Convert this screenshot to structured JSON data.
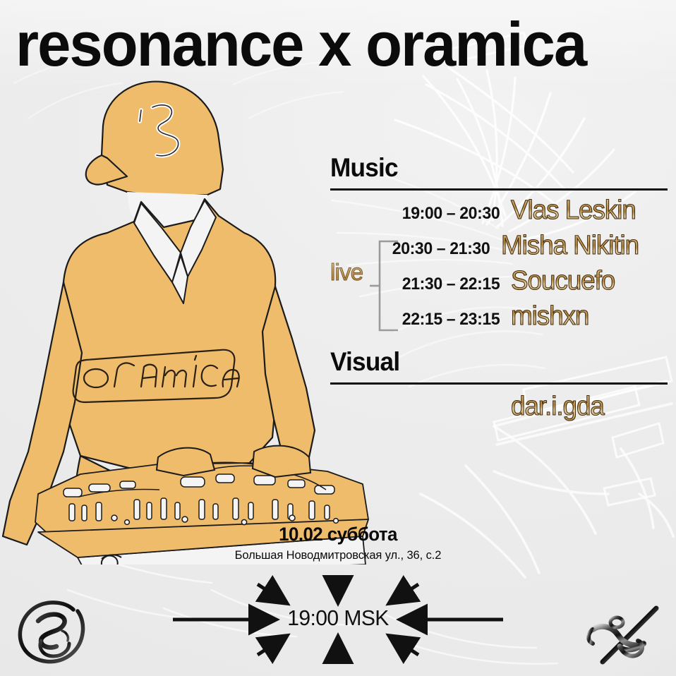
{
  "poster": {
    "title": "resonance x oramica",
    "background_color": "#efefef",
    "accent_orange": "#efbc6c",
    "accent_gold": "#c08f44",
    "ink": "#0b0b0b"
  },
  "illustration": {
    "figure_name": "dj-figure-illustration",
    "shirt_wordmark": "oramica",
    "cap_logo_name": "oramica-squiggle-logo"
  },
  "music": {
    "heading": "Music",
    "group_label": "live",
    "slots": [
      {
        "time": "19:00 – 20:30",
        "artist": "Vlas Leskin",
        "live": false
      },
      {
        "time": "20:30 – 21:30",
        "artist": "Misha Nikitin",
        "live": true
      },
      {
        "time": "21:30 – 22:15",
        "artist": "Soucuefo",
        "live": true
      },
      {
        "time": "22:15 – 23:15",
        "artist": "mishxn",
        "live": true
      }
    ]
  },
  "visual": {
    "heading": "Visual",
    "artist": "dar.i.gda"
  },
  "event": {
    "date": "10.02 суббота",
    "venue": "Большая Новодмитровская ул., 36, с.2",
    "time": "19:00 MSK"
  },
  "logos": {
    "left_name": "resonance-brush-logo",
    "right_name": "oramica-chrome-logo"
  }
}
